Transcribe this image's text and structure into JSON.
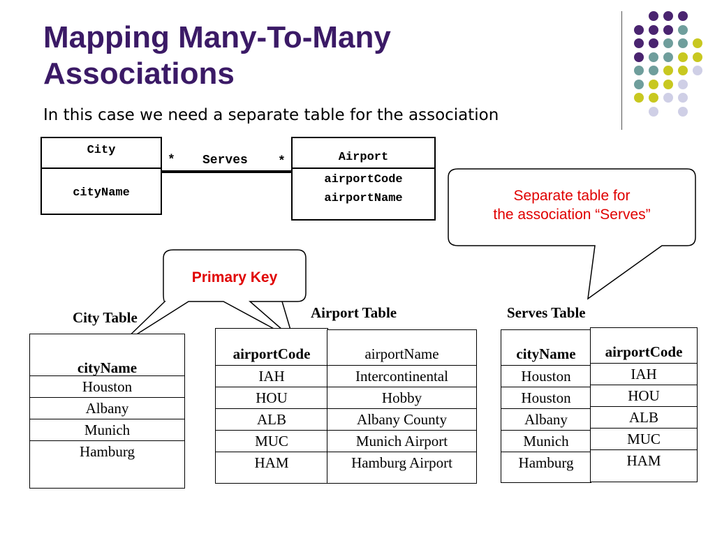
{
  "slide": {
    "title_line1": "Mapping Many-To-Many",
    "title_line2": "Associations",
    "subtitle": "In  this case we need a separate table for the association"
  },
  "uml": {
    "city": {
      "name": "City",
      "attribute": "cityName"
    },
    "airport": {
      "name": "Airport",
      "attributes": [
        "airportCode",
        "airportName"
      ]
    },
    "association": {
      "label": "Serves",
      "left_multiplicity": "*",
      "right_multiplicity": "*"
    }
  },
  "callouts": {
    "separate_table_line1": "Separate table for",
    "separate_table_line2": "the association “Serves”",
    "primary_key": "Primary Key"
  },
  "tables": {
    "city": {
      "label": "City Table",
      "header": "cityName",
      "rows": [
        "Houston",
        "Albany",
        "Munich",
        "Hamburg"
      ]
    },
    "airport": {
      "label": "Airport Table",
      "headers": [
        "airportCode",
        "airportName"
      ],
      "rows": [
        [
          "IAH",
          "Intercontinental"
        ],
        [
          "HOU",
          "Hobby"
        ],
        [
          "ALB",
          "Albany County"
        ],
        [
          "MUC",
          "Munich Airport"
        ],
        [
          "HAM",
          "Hamburg Airport"
        ]
      ]
    },
    "serves": {
      "label": "Serves Table",
      "headers": [
        "cityName",
        "airportCode"
      ],
      "city_rows": [
        "Houston",
        "Houston",
        "Albany",
        "Munich",
        "Hamburg"
      ],
      "code_rows": [
        "IAH",
        "HOU",
        "ALB",
        "MUC",
        "HAM"
      ]
    }
  },
  "colors": {
    "title": "#3b1a66",
    "callout_text": "#e00000",
    "dot_purple": "#4a2470",
    "dot_teal": "#6f9e9c",
    "dot_yellow": "#c8c820",
    "dot_lavender": "#cfcfe6"
  }
}
